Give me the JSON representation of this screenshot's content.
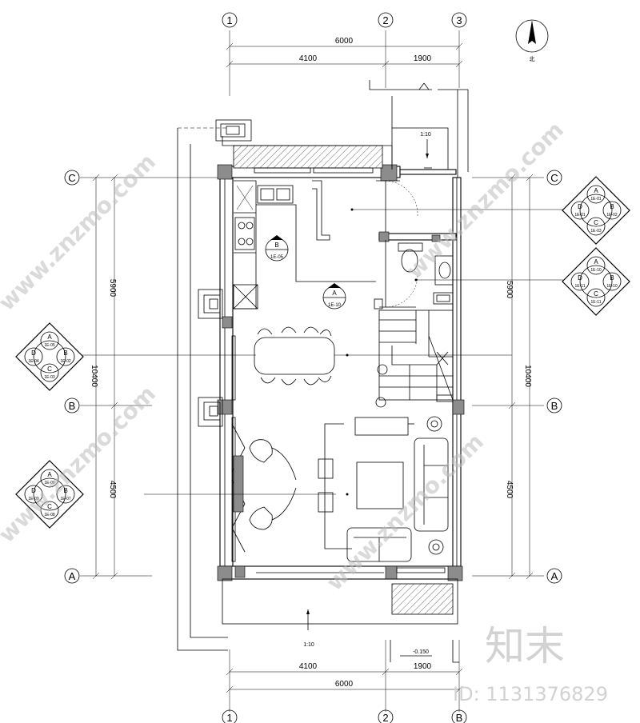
{
  "grid_axes": {
    "vertical": [
      "1",
      "2",
      "3"
    ],
    "horizontal": [
      "C",
      "B",
      "A"
    ],
    "bottom_right_label": "B"
  },
  "dimensions": {
    "top_total": "6000",
    "top_left": "4100",
    "top_right": "1900",
    "bottom_left": "4100",
    "bottom_right": "1900",
    "bottom_total": "6000",
    "left_upper": "5900",
    "left_total": "10400",
    "left_lower": "4500",
    "right_upper": "5900",
    "right_total": "10400",
    "right_lower": "4500"
  },
  "callouts": {
    "elev_top_right": {
      "A": "A",
      "B": "B",
      "C": "C",
      "D": "D",
      "a_ref": "1E-01",
      "b_ref": "1E-02",
      "c_ref": "1E-03",
      "d_ref": "1E-01"
    },
    "elev_mid_right": {
      "A": "A",
      "B": "B",
      "C": "C",
      "D": "D",
      "a_ref": "1E-10",
      "b_ref": "1E-10",
      "c_ref": "1E-11",
      "d_ref": "1E-11"
    },
    "elev_left_upper": {
      "A": "A",
      "B": "B",
      "C": "C",
      "D": "D",
      "a_ref": "1E-05",
      "b_ref": "1E-02",
      "c_ref": "1E-03",
      "d_ref": "1E-04"
    },
    "elev_left_lower": {
      "A": "A",
      "B": "B",
      "C": "C",
      "D": "D",
      "a_ref": "1E-06",
      "b_ref": "1E-07",
      "c_ref": "1E-08",
      "d_ref": "1E-09"
    },
    "section_b": {
      "letter": "B",
      "ref": "1E-05"
    },
    "section_a": {
      "letter": "A",
      "ref": "1E-10"
    }
  },
  "notes": {
    "slope_top": "1:10",
    "slope_bottom": "1:10",
    "level_bottom": "-0.150",
    "north": "北"
  },
  "watermark": {
    "site": "www.znzmo.com",
    "brand": "知末",
    "id": "ID: 1131376829"
  }
}
